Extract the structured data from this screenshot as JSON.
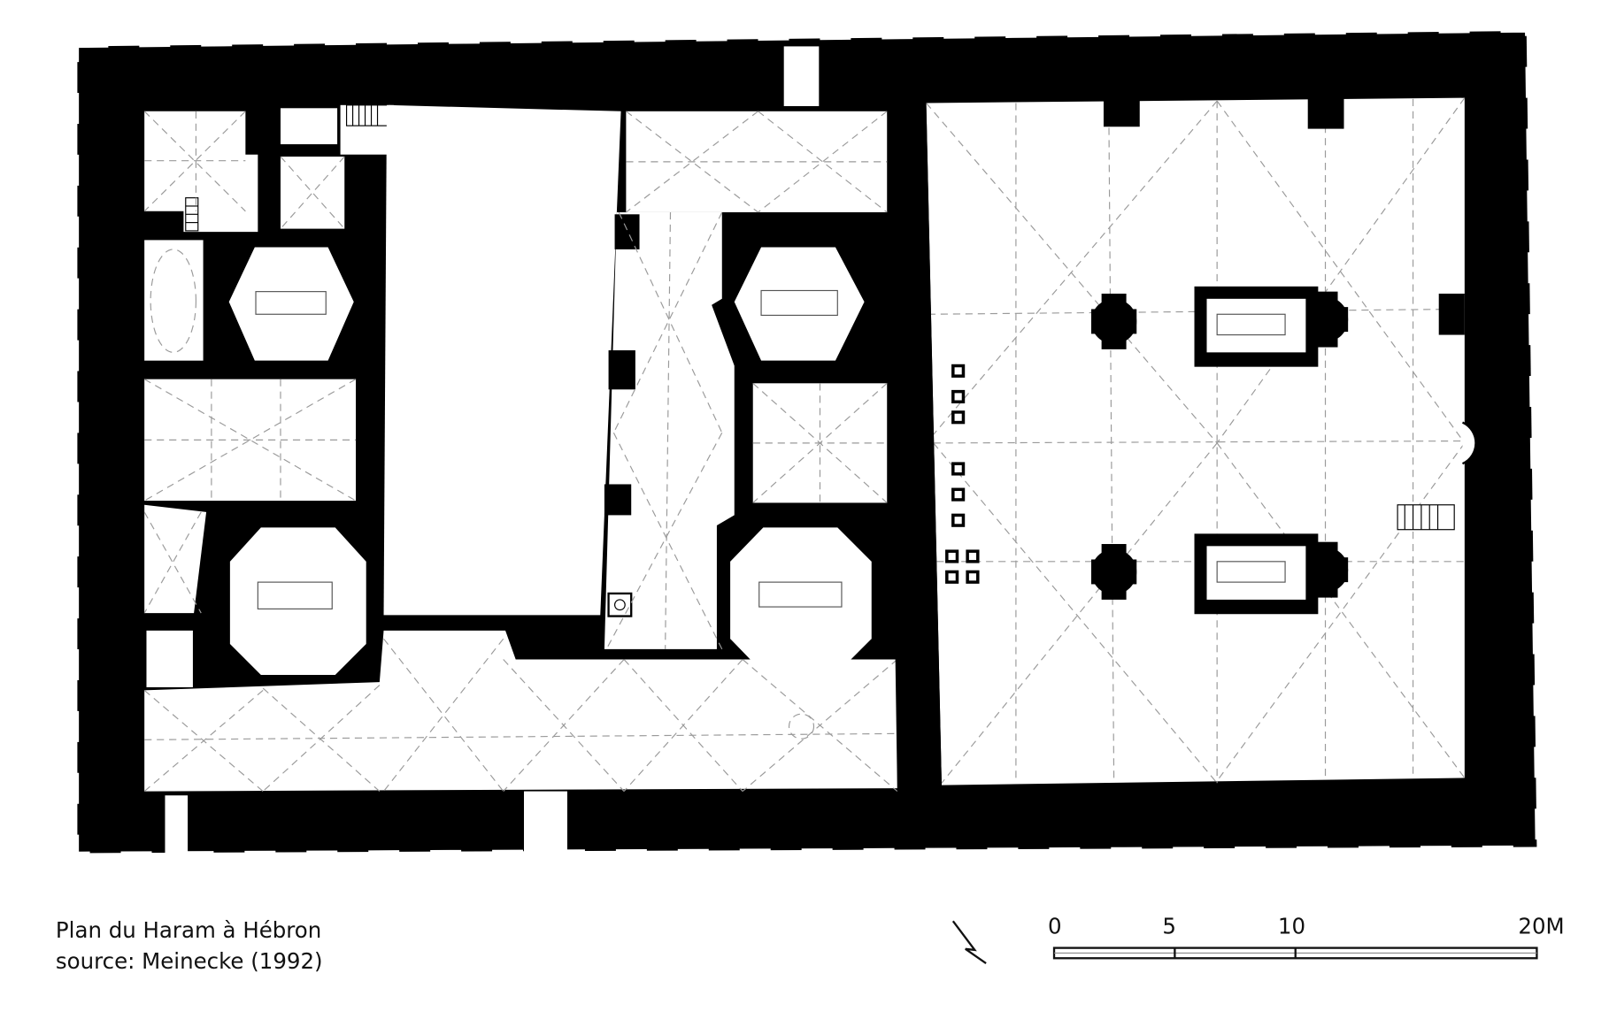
{
  "caption": {
    "title": "Plan du Haram à Hébron",
    "source": "source: Meinecke (1992)"
  },
  "scale_bar": {
    "labels": [
      "0",
      "5",
      "10",
      "20M"
    ],
    "unit": "M"
  },
  "north_arrow": {
    "icon": "north-arrow-icon"
  },
  "colors": {
    "wall": "#000000",
    "floor": "#ffffff",
    "vault_lines": "#9a9a9a"
  }
}
